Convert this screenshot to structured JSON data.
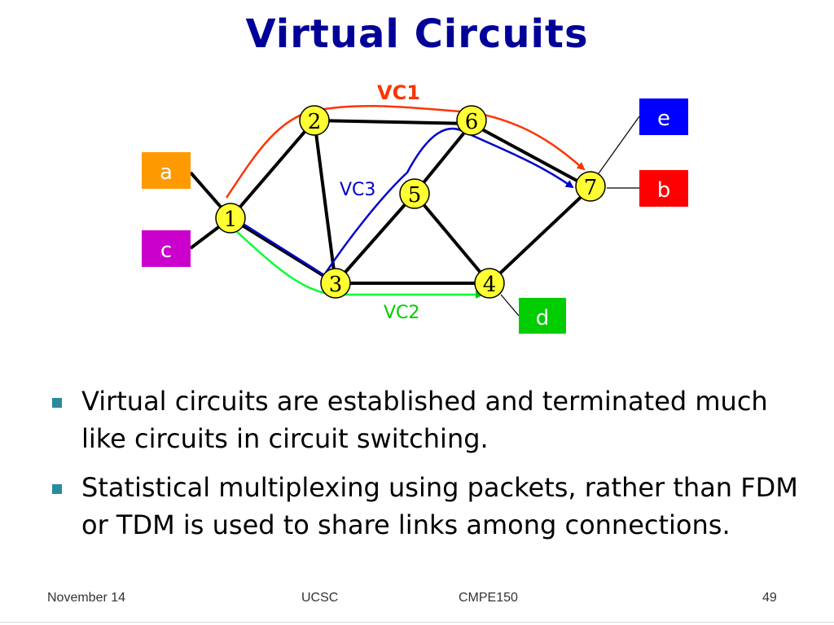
{
  "slide": {
    "title": "Virtual Circuits",
    "bullets": [
      "Virtual circuits are established and terminated much like circuits in circuit switching.",
      "Statistical multiplexing using packets, rather than FDM or TDM is used to share links among connections."
    ]
  },
  "diagram": {
    "nodes": [
      "1",
      "2",
      "3",
      "4",
      "5",
      "6",
      "7"
    ],
    "hosts": [
      {
        "label": "a",
        "color": "#ff9900"
      },
      {
        "label": "c",
        "color": "#cc00cc"
      },
      {
        "label": "e",
        "color": "#0000ff"
      },
      {
        "label": "b",
        "color": "#ff0000"
      },
      {
        "label": "d",
        "color": "#00cc00"
      }
    ],
    "circuits": [
      {
        "label": "VC1",
        "color": "#ff3300"
      },
      {
        "label": "VC2",
        "color": "#00cc00"
      },
      {
        "label": "VC3",
        "color": "#0000cc"
      }
    ]
  },
  "footer": {
    "date": "November 14",
    "org": "UCSC",
    "course": "CMPE150",
    "page": "49"
  }
}
